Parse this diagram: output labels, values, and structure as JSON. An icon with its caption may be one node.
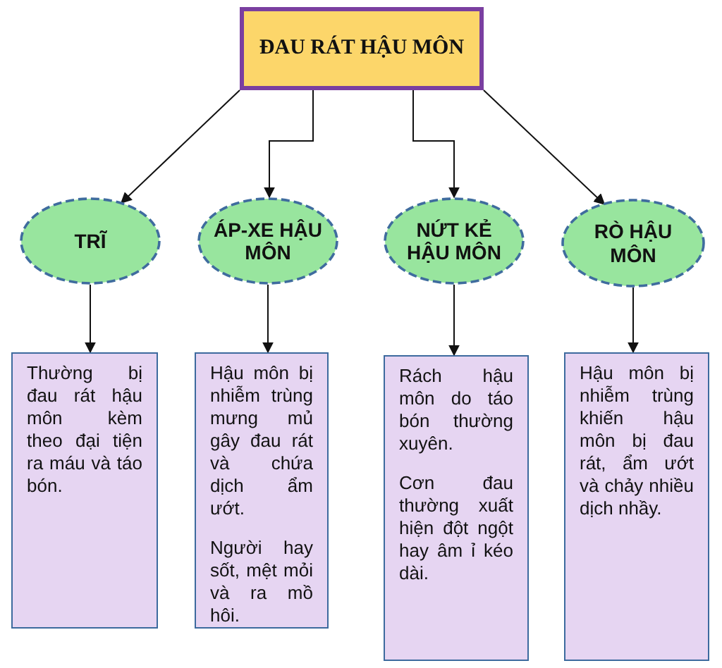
{
  "diagram": {
    "nodes": [
      {
        "text": [
          "ĐAU RÁT HẬU MÔN"
        ]
      },
      {
        "text": [
          "TRĨ"
        ]
      },
      {
        "text": [
          "ÁP-XE HẬU MÔN"
        ]
      },
      {
        "text": [
          "NỨT KẺ HẬU MÔN"
        ]
      },
      {
        "text": [
          "RÒ HẬU MÔN"
        ]
      },
      {
        "text": [
          "Thường bị đau rát hậu môn kèm theo đại tiện ra máu và táo bón."
        ]
      },
      {
        "text": [
          "Hậu môn bị nhiễm trùng mưng mủ gây đau rát và chứa dịch ẩm ướt.",
          "Người hay sốt, mệt mỏi và ra mồ hôi."
        ]
      },
      {
        "text": [
          "Rách hậu môn do táo bón thường xuyên.",
          "Cơn đau thường xuất hiện đột ngột hay âm ỉ kéo dài."
        ]
      },
      {
        "text": [
          "Hậu môn bị nhiễm trùng khiến hậu môn bị đau rát, ẩm ướt và chảy nhiều dịch nhầy."
        ]
      }
    ],
    "edges": [
      {
        "from": 0,
        "to": 1,
        "arrow": "to"
      },
      {
        "from": 0,
        "to": 2,
        "arrow": "to"
      },
      {
        "from": 0,
        "to": 3,
        "arrow": "to"
      },
      {
        "from": 0,
        "to": 4,
        "arrow": "to"
      },
      {
        "from": 1,
        "to": 5,
        "arrow": "to"
      },
      {
        "from": 2,
        "to": 6,
        "arrow": "to"
      },
      {
        "from": 3,
        "to": 7,
        "arrow": "to"
      },
      {
        "from": 4,
        "to": 8,
        "arrow": "to"
      }
    ]
  }
}
